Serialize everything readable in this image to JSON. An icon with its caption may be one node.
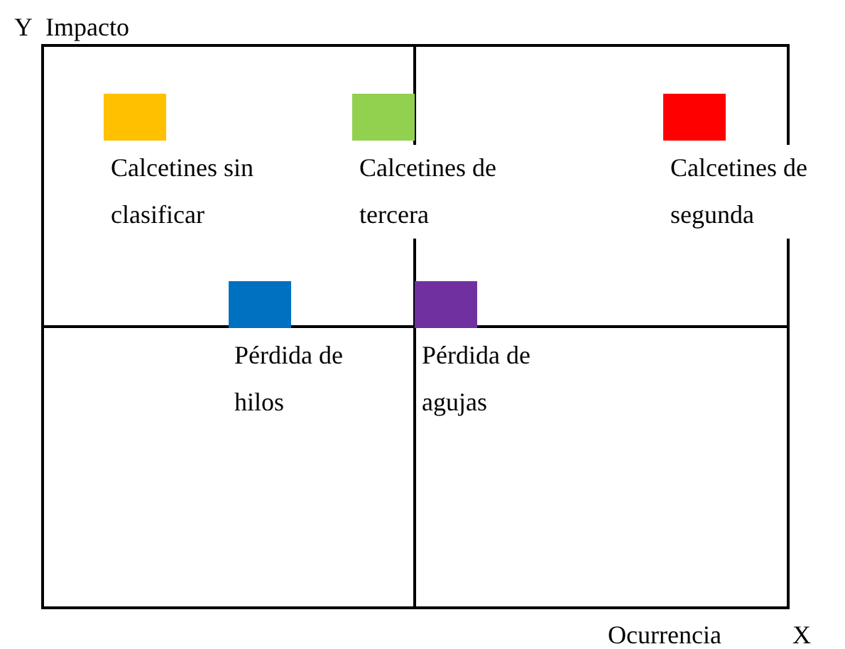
{
  "diagram": {
    "labels": [
      "Y",
      "Impacto",
      "Ocurrencia",
      "X"
    ],
    "legend": [
      {
        "text": "Calcetines sin clasificar",
        "color": "#ffc000"
      },
      {
        "text": "Calcetines de tercera",
        "color": "#92d050"
      },
      {
        "text": "Calcetines de segunda",
        "color": "#ff0000"
      },
      {
        "text": "Pérdida de hilos",
        "color": "#0070c0"
      },
      {
        "text": "Pérdida de agujas",
        "color": "#7030a0"
      }
    ]
  }
}
